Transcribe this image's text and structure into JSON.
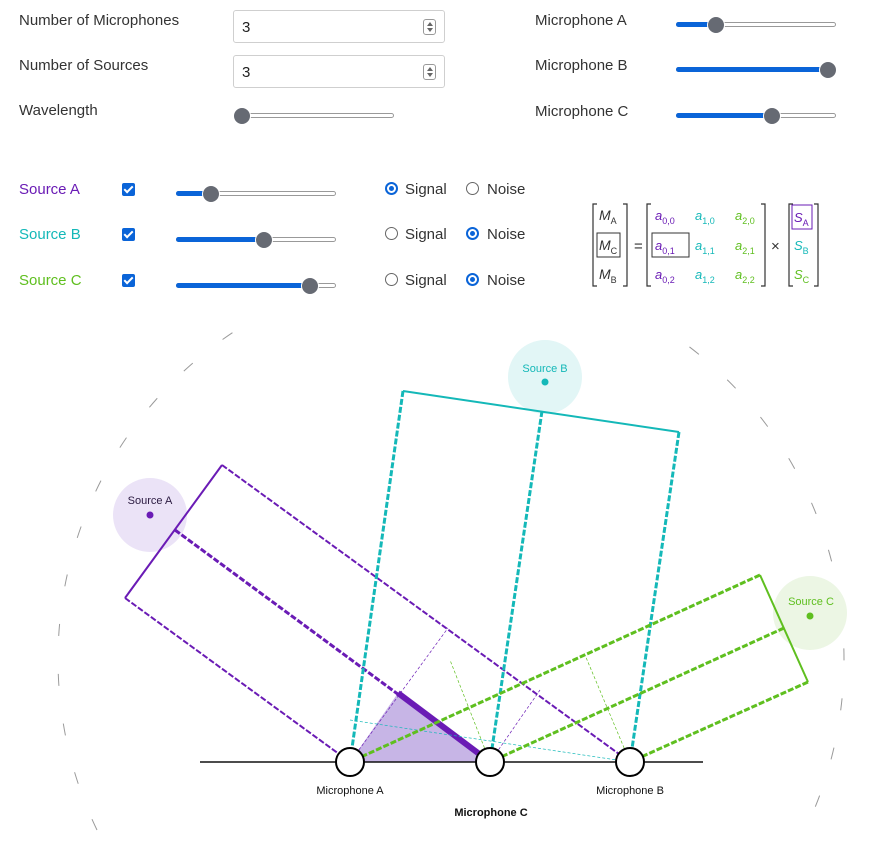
{
  "controls": {
    "num_mics_label": "Number of Microphones",
    "num_mics_value": "3",
    "num_sources_label": "Number of Sources",
    "num_sources_value": "3",
    "wavelength_label": "Wavelength",
    "wavelength_level": 0.05
  },
  "microphones": [
    {
      "label": "Microphone A",
      "level": 0.25
    },
    {
      "label": "Microphone B",
      "level": 0.95
    },
    {
      "label": "Microphone C",
      "level": 0.6
    }
  ],
  "sources": [
    {
      "label": "Source A",
      "color": "#6a1bb5",
      "checked": true,
      "level": 0.22,
      "mode": "Signal"
    },
    {
      "label": "Source B",
      "color": "#14b8b8",
      "checked": true,
      "level": 0.55,
      "mode": "Noise"
    },
    {
      "label": "Source C",
      "color": "#5fbf1f",
      "checked": true,
      "level": 0.84,
      "mode": "Noise"
    }
  ],
  "radio_labels": {
    "signal": "Signal",
    "noise": "Noise"
  },
  "equation": {
    "mic_entries": [
      {
        "base": "M",
        "sub": "A"
      },
      {
        "base": "M",
        "sub": "C"
      },
      {
        "base": "M",
        "sub": "B"
      }
    ],
    "coefficients": [
      [
        "a",
        "0,0",
        "a",
        "1,0",
        "a",
        "2,0"
      ],
      [
        "a",
        "0,1",
        "a",
        "1,1",
        "a",
        "2,1"
      ],
      [
        "a",
        "0,2",
        "a",
        "1,2",
        "a",
        "2,2"
      ]
    ],
    "source_entries": [
      {
        "base": "S",
        "sub": "A"
      },
      {
        "base": "S",
        "sub": "B"
      },
      {
        "base": "S",
        "sub": "C"
      }
    ],
    "equals": "=",
    "times": "×"
  },
  "diagram": {
    "source_labels": [
      "Source A",
      "Source B",
      "Source C"
    ],
    "mic_labels": [
      "Microphone A",
      "Microphone B",
      "Microphone C"
    ]
  },
  "colors": {
    "accent": "#0a64d8",
    "source_a": "#6a1bb5",
    "source_b": "#14b8b8",
    "source_c": "#5fbf1f"
  }
}
